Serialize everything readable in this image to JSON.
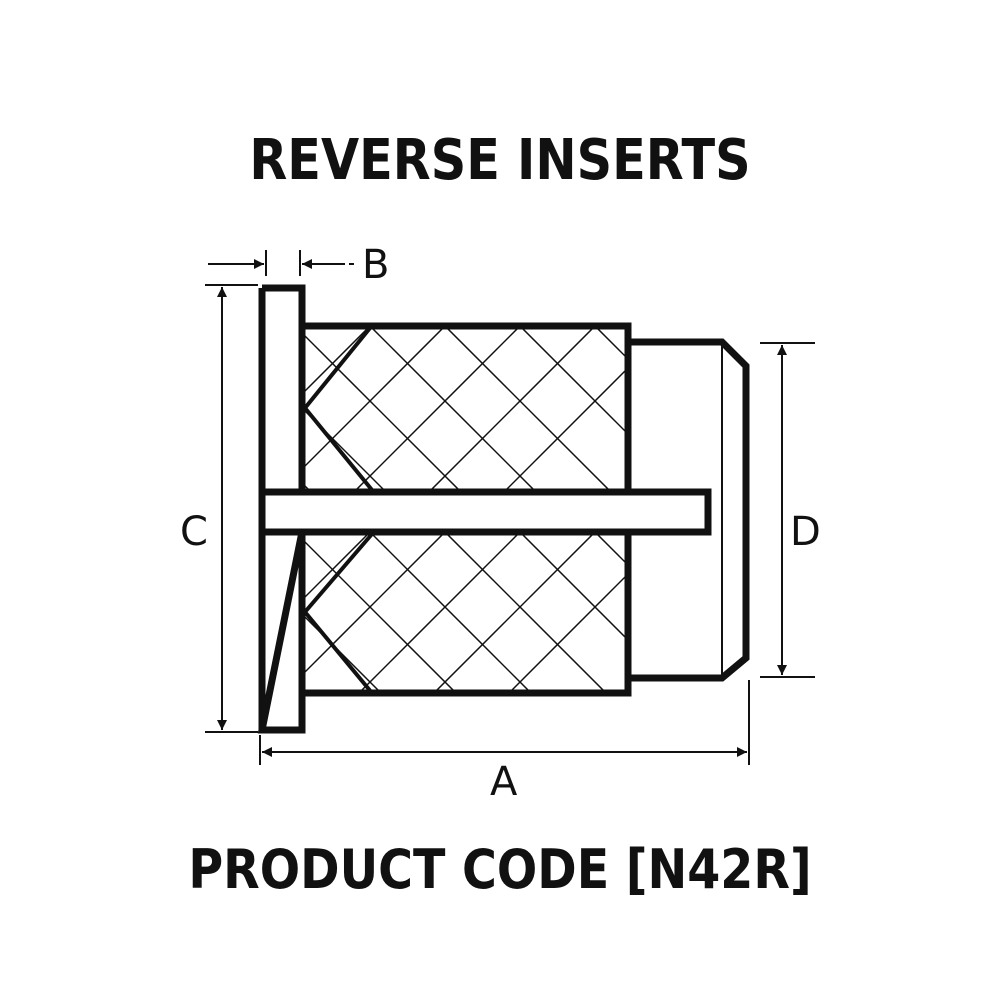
{
  "title": "REVERSE INSERTS",
  "product_code": "PRODUCT CODE [N42R]",
  "dimensions": {
    "a": "A",
    "b": "B",
    "c": "C",
    "d": "D"
  }
}
